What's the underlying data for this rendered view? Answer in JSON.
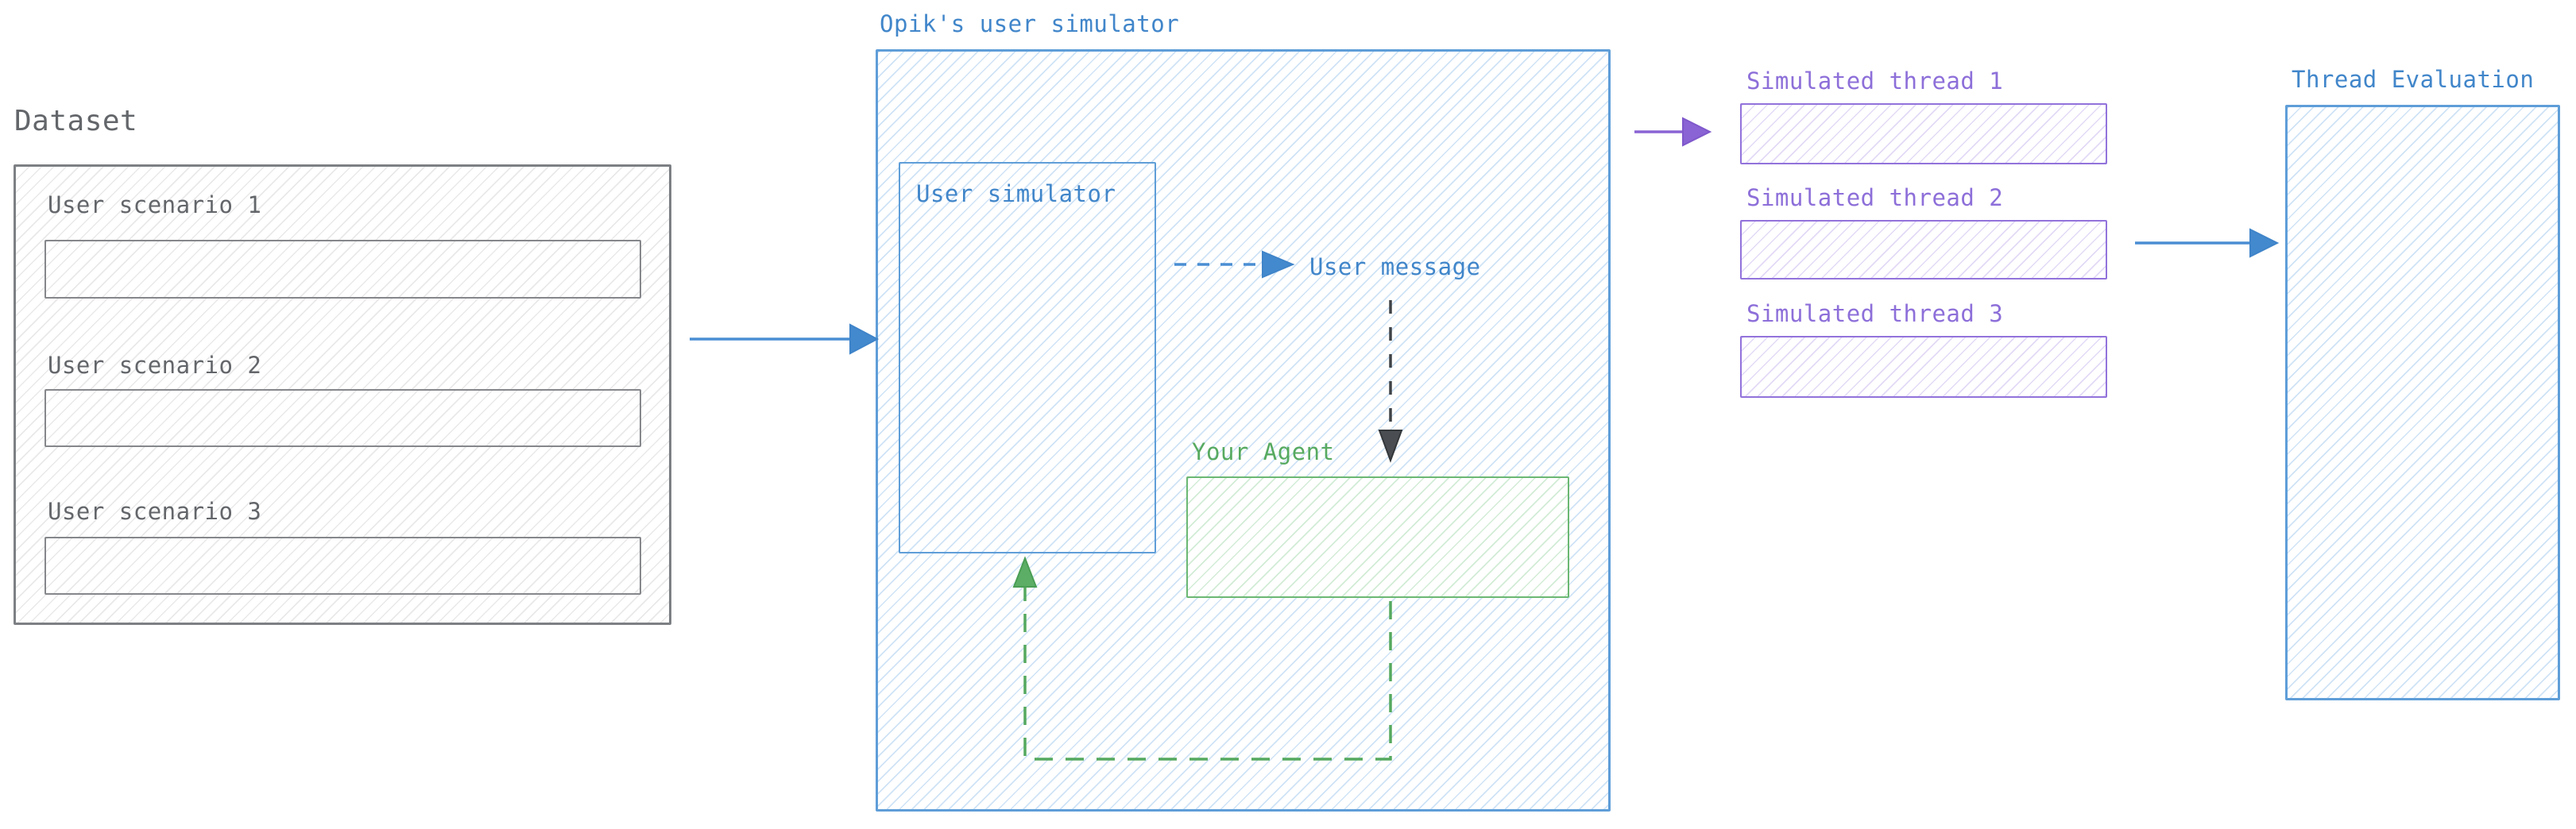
{
  "dataset": {
    "title": "Dataset",
    "scenarios": [
      {
        "label": "User scenario 1"
      },
      {
        "label": "User scenario 2"
      },
      {
        "label": "User scenario 3"
      }
    ]
  },
  "simulator": {
    "title": "Opik's user simulator",
    "simulator_label": "User simulator",
    "user_message_label": "User message",
    "agent_label": "Your Agent"
  },
  "threads": {
    "items": [
      {
        "label": "Simulated thread 1"
      },
      {
        "label": "Simulated thread 2"
      },
      {
        "label": "Simulated thread 3"
      }
    ]
  },
  "evaluation": {
    "title": "Thread Evaluation"
  },
  "colors": {
    "blue_text": "#4186ca",
    "blue_border": "#5f9ed8",
    "blue_arrow": "#4a8ed3",
    "blue_hatch": "#cfe3f6",
    "gray_text": "#63666a",
    "gray_border": "#7d8084",
    "gray_hatch": "#e9e9ea",
    "green_text": "#57aa60",
    "green_border": "#6bb873",
    "green_hatch": "#d2ecd6",
    "purple_text": "#8d6fd9",
    "purple_border": "#9273db",
    "purple_hatch": "#e3daf6",
    "dark_arrow": "#3f4347"
  }
}
